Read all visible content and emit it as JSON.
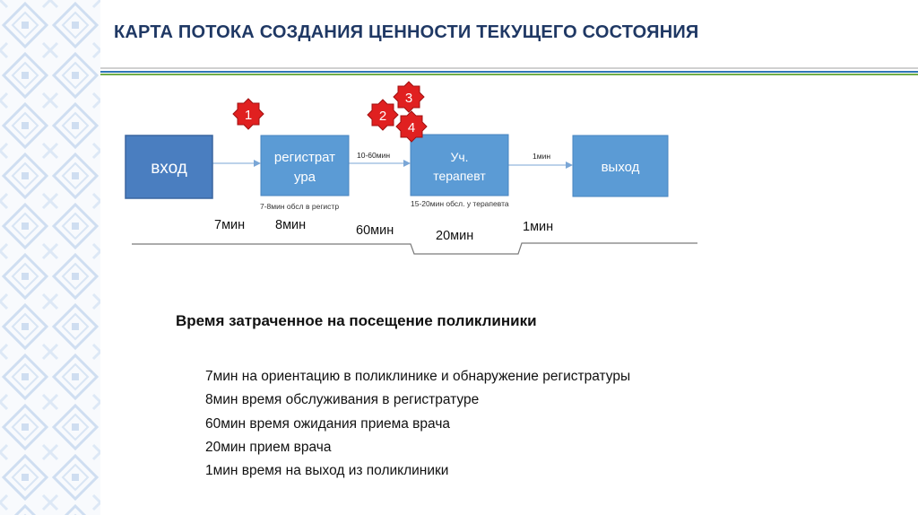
{
  "title": "КАРТА ПОТОКА СОЗДАНИЯ ЦЕННОСТИ ТЕКУЩЕГО СОСТОЯНИЯ",
  "colors": {
    "title": "#1f3864",
    "stripe_blue": "#2e75b6",
    "stripe_green": "#70ad47",
    "box_dark": "#4a7ec0",
    "box_light": "#5b9bd5",
    "burst": "#e02020"
  },
  "process": {
    "boxes": [
      {
        "label": "вход"
      },
      {
        "label_line1": "регистрат",
        "label_line2": "ура",
        "note": "7-8мин обсл в регистр"
      },
      {
        "label_line1": "Уч.",
        "label_line2": "терапевт",
        "note": "15-20мин обсл. у терапевта"
      },
      {
        "label": "выход"
      }
    ],
    "arrow_labels": [
      "10-60мин",
      "1мин"
    ],
    "bursts": [
      "1",
      "3",
      "2",
      "4"
    ]
  },
  "timeline": {
    "values": [
      "7мин",
      "8мин",
      "60мин",
      "20мин",
      "1мин"
    ]
  },
  "summary": {
    "heading": "Время затраченное на посещение поликлиники",
    "items": [
      "7мин на ориентацию в поликлинике и обнаружение  регистратуры",
      "8мин время обслуживания в регистратуре",
      "60мин время ожидания приема врача",
      "20мин прием врача",
      "1мин время на выход из поликлиники"
    ]
  }
}
